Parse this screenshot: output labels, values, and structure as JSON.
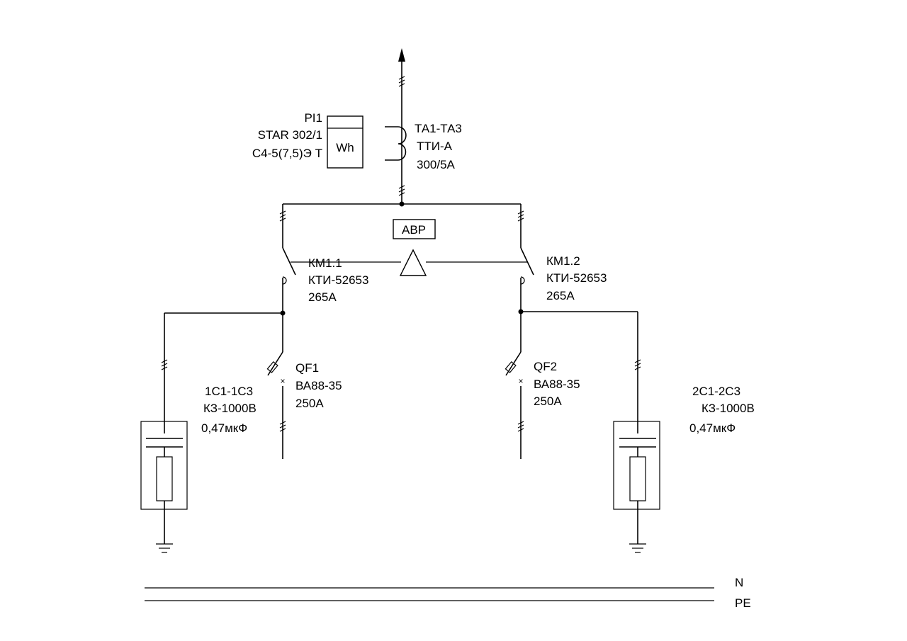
{
  "meter": {
    "label_1": "PI1",
    "label_2": "STAR 302/1",
    "label_3": "С4-5(7,5)Э Т",
    "symbol": "Wh"
  },
  "current_transformer": {
    "label_1": "ТА1-ТА3",
    "label_2": "ТТИ-А",
    "label_3": "300/5А"
  },
  "avr": {
    "label": "АВР"
  },
  "contactor_1": {
    "label_1": "КМ1.1",
    "label_2": "КТИ-52653",
    "label_3": "265А"
  },
  "contactor_2": {
    "label_1": "КМ1.2",
    "label_2": "КТИ-52653",
    "label_3": "265А"
  },
  "breaker_1": {
    "label_1": "QF1",
    "label_2": "ВА88-35",
    "label_3": "250А"
  },
  "breaker_2": {
    "label_1": "QF2",
    "label_2": "ВА88-35",
    "label_3": "250А"
  },
  "capacitor_1": {
    "label_1": "1С1-1С3",
    "label_2": "КЗ-1000В",
    "label_3": "0,47мкФ"
  },
  "capacitor_2": {
    "label_1": "2С1-2С3",
    "label_2": "КЗ-1000В",
    "label_3": "0,47мкФ"
  },
  "buses": {
    "neutral": "N",
    "protective_earth": "PE"
  },
  "colors": {
    "line": "#000000",
    "background": "#ffffff"
  }
}
